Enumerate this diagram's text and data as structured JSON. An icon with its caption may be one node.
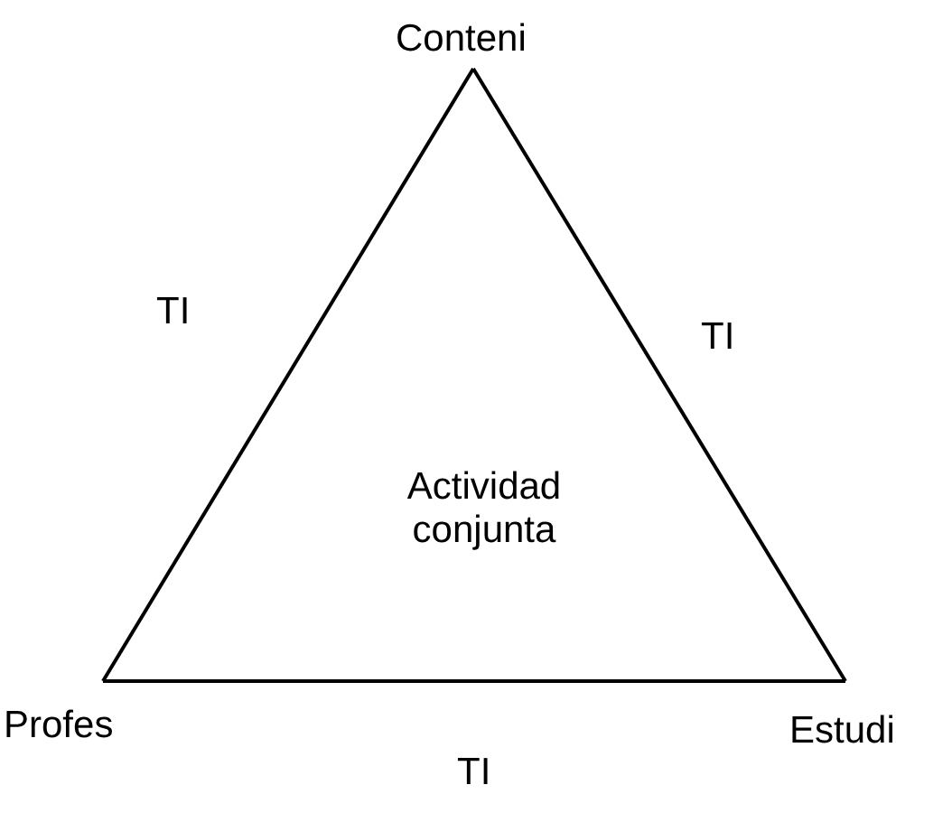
{
  "diagram": {
    "nodes": [
      {
        "text": [
          "Conteni"
        ]
      },
      {
        "text": [
          "Profes"
        ]
      },
      {
        "text": [
          "Estudi"
        ]
      }
    ],
    "edges": [
      {
        "from": 0,
        "to": 1,
        "arrow": "none",
        "label": "TI"
      },
      {
        "from": 0,
        "to": 2,
        "arrow": "none",
        "label": "TI"
      },
      {
        "from": 1,
        "to": 2,
        "arrow": "none",
        "label": "TI"
      }
    ],
    "labels": [
      "Actividad conjunta"
    ]
  }
}
